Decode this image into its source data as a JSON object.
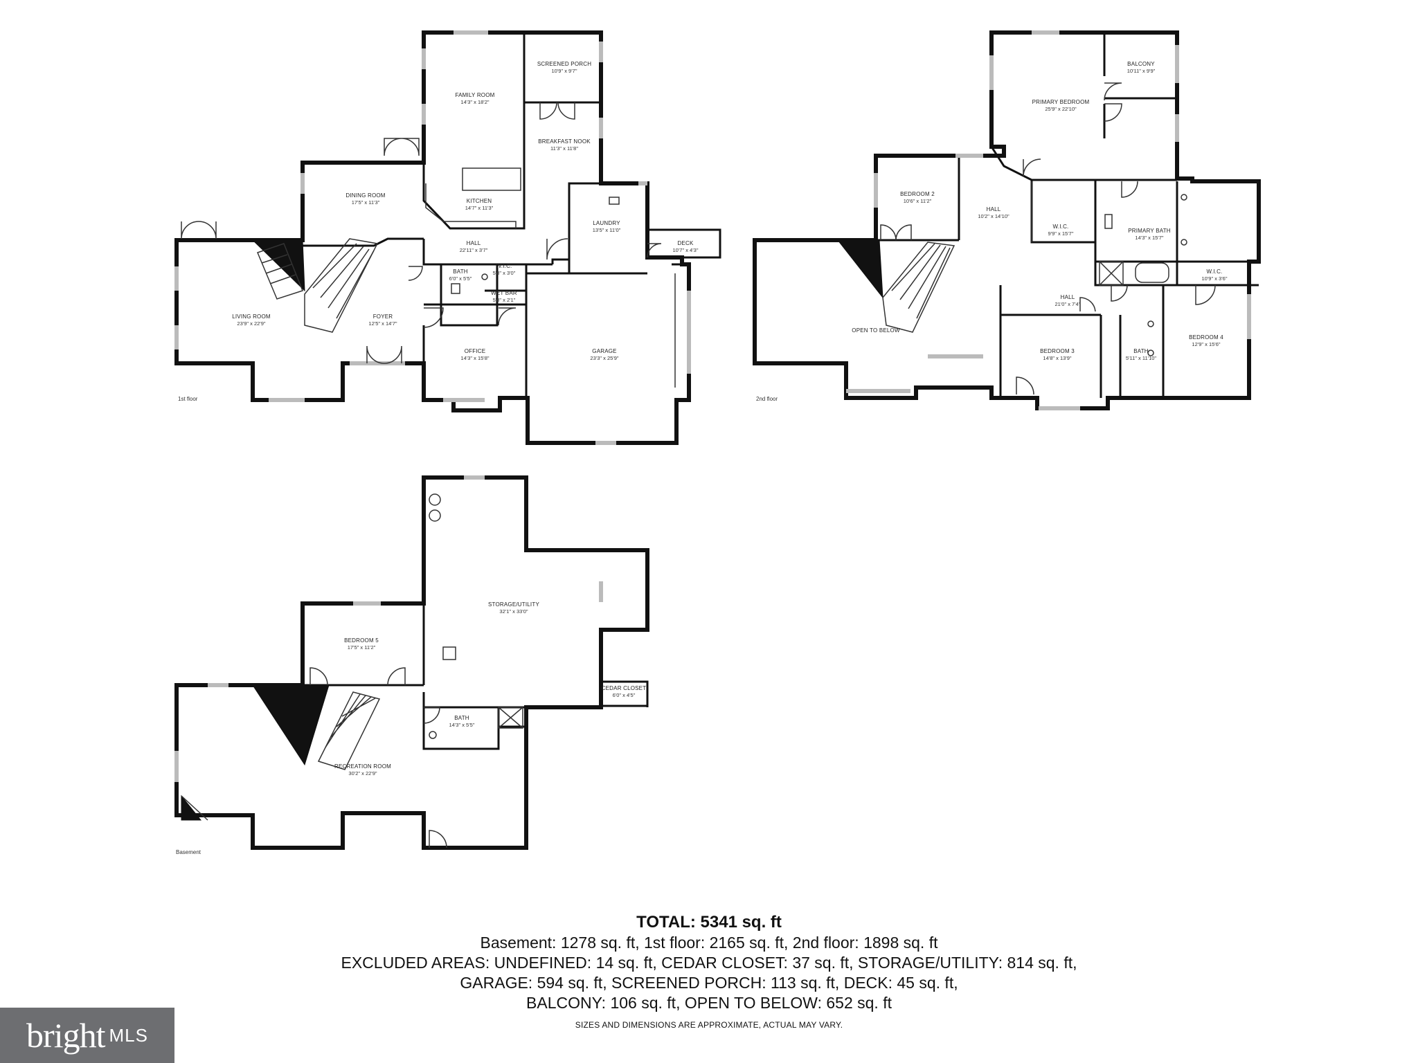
{
  "floors": [
    {
      "id": "first",
      "label": "1st floor"
    },
    {
      "id": "second",
      "label": "2nd floor"
    },
    {
      "id": "basement",
      "label": "Basement"
    }
  ],
  "rooms": {
    "first": [
      {
        "name": "SCREENED PORCH",
        "dim": "10'9\" x 9'7\""
      },
      {
        "name": "FAMILY ROOM",
        "dim": "14'3\" x 18'2\""
      },
      {
        "name": "BREAKFAST NOOK",
        "dim": "11'3\" x 11'8\""
      },
      {
        "name": "DINING ROOM",
        "dim": "17'5\" x 11'3\""
      },
      {
        "name": "KITCHEN",
        "dim": "14'7\" x 11'3\""
      },
      {
        "name": "LAUNDRY",
        "dim": "13'5\" x 11'0\""
      },
      {
        "name": "HALL",
        "dim": "22'11\" x 3'7\""
      },
      {
        "name": "DECK",
        "dim": "10'7\" x 4'3\""
      },
      {
        "name": "BATH",
        "dim": "6'0\" x 5'5\""
      },
      {
        "name": "W.I.C.",
        "dim": "5'8\" x 3'0\""
      },
      {
        "name": "WET BAR",
        "dim": "5'8\" x 2'1\""
      },
      {
        "name": "LIVING ROOM",
        "dim": "23'9\" x 22'9\""
      },
      {
        "name": "FOYER",
        "dim": "12'5\" x 14'7\""
      },
      {
        "name": "OFFICE",
        "dim": "14'3\" x 15'8\""
      },
      {
        "name": "GARAGE",
        "dim": "23'3\" x 25'9\""
      }
    ],
    "second": [
      {
        "name": "BALCONY",
        "dim": "10'11\" x 9'9\""
      },
      {
        "name": "PRIMARY BEDROOM",
        "dim": "25'9\" x 22'10\""
      },
      {
        "name": "BEDROOM 2",
        "dim": "10'6\" x 11'2\""
      },
      {
        "name": "HALL",
        "dim": "10'2\" x 14'10\""
      },
      {
        "name": "W.I.C.",
        "dim": "9'9\" x 15'7\""
      },
      {
        "name": "PRIMARY BATH",
        "dim": "14'3\" x 15'7\""
      },
      {
        "name": "W.I.C.",
        "dim": "10'9\" x 3'6\""
      },
      {
        "name": "OPEN TO BELOW",
        "dim": ""
      },
      {
        "name": "HALL",
        "dim": "21'0\" x 7'4\""
      },
      {
        "name": "BEDROOM 3",
        "dim": "14'8\" x 13'9\""
      },
      {
        "name": "BATH",
        "dim": "5'11\" x 11'10\""
      },
      {
        "name": "BEDROOM 4",
        "dim": "12'9\" x 15'6\""
      }
    ],
    "basement": [
      {
        "name": "STORAGE/UTILITY",
        "dim": "32'1\" x 33'0\""
      },
      {
        "name": "BEDROOM 5",
        "dim": "17'5\" x 11'2\""
      },
      {
        "name": "CEDAR CLOSET",
        "dim": "6'0\" x 4'5\""
      },
      {
        "name": "BATH",
        "dim": "14'3\" x 5'5\""
      },
      {
        "name": "RECREATION ROOM",
        "dim": "30'2\" x 22'9\""
      }
    ]
  },
  "summary": {
    "total": "TOTAL: 5341 sq. ft",
    "lines": [
      "Basement: 1278 sq. ft, 1st floor: 2165 sq. ft, 2nd floor: 1898 sq. ft",
      "EXCLUDED AREAS: UNDEFINED: 14 sq. ft, CEDAR CLOSET: 37 sq. ft, STORAGE/UTILITY: 814 sq. ft,",
      "GARAGE: 594 sq. ft, SCREENED PORCH: 113 sq. ft, DECK: 45 sq. ft,",
      "BALCONY: 106 sq. ft, OPEN TO BELOW: 652 sq. ft"
    ],
    "disclaimer": "SIZES AND DIMENSIONS ARE APPROXIMATE, ACTUAL MAY VARY."
  },
  "logo": {
    "brand": "bright",
    "suffix": "MLS"
  }
}
